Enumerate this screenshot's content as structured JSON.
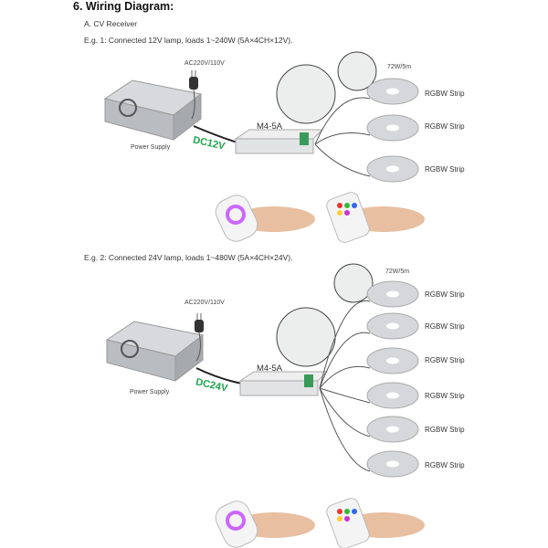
{
  "heading": "6. Wiring Diagram:",
  "section": "A. CV Receiver",
  "example1": {
    "caption": "E.g. 1: Connected 12V lamp, loads 1~240W (5A×4CH×12V).",
    "ac_label": "AC220V/110V",
    "power_supply_label": "Power Supply",
    "dc_label": "DC12V",
    "controller_label": "M4-5A",
    "strip_rating": "72W/5m",
    "strips": [
      "RGBW Strip",
      "RGBW Strip",
      "RGBW Strip"
    ]
  },
  "example2": {
    "caption": "E.g. 2: Connected 24V lamp, loads 1~480W (5A×4CH×24V).",
    "ac_label": "AC220V/110V",
    "power_supply_label": "Power Supply",
    "dc_label": "DC24V",
    "controller_label": "M4-5A",
    "strip_rating": "72W/5m",
    "strips": [
      "RGBW Strip",
      "RGBW Strip",
      "RGBW Strip",
      "RGBW Strip",
      "RGBW Strip",
      "RGBW Strip"
    ]
  },
  "colors": {
    "dc_label": "#1aa64a"
  }
}
